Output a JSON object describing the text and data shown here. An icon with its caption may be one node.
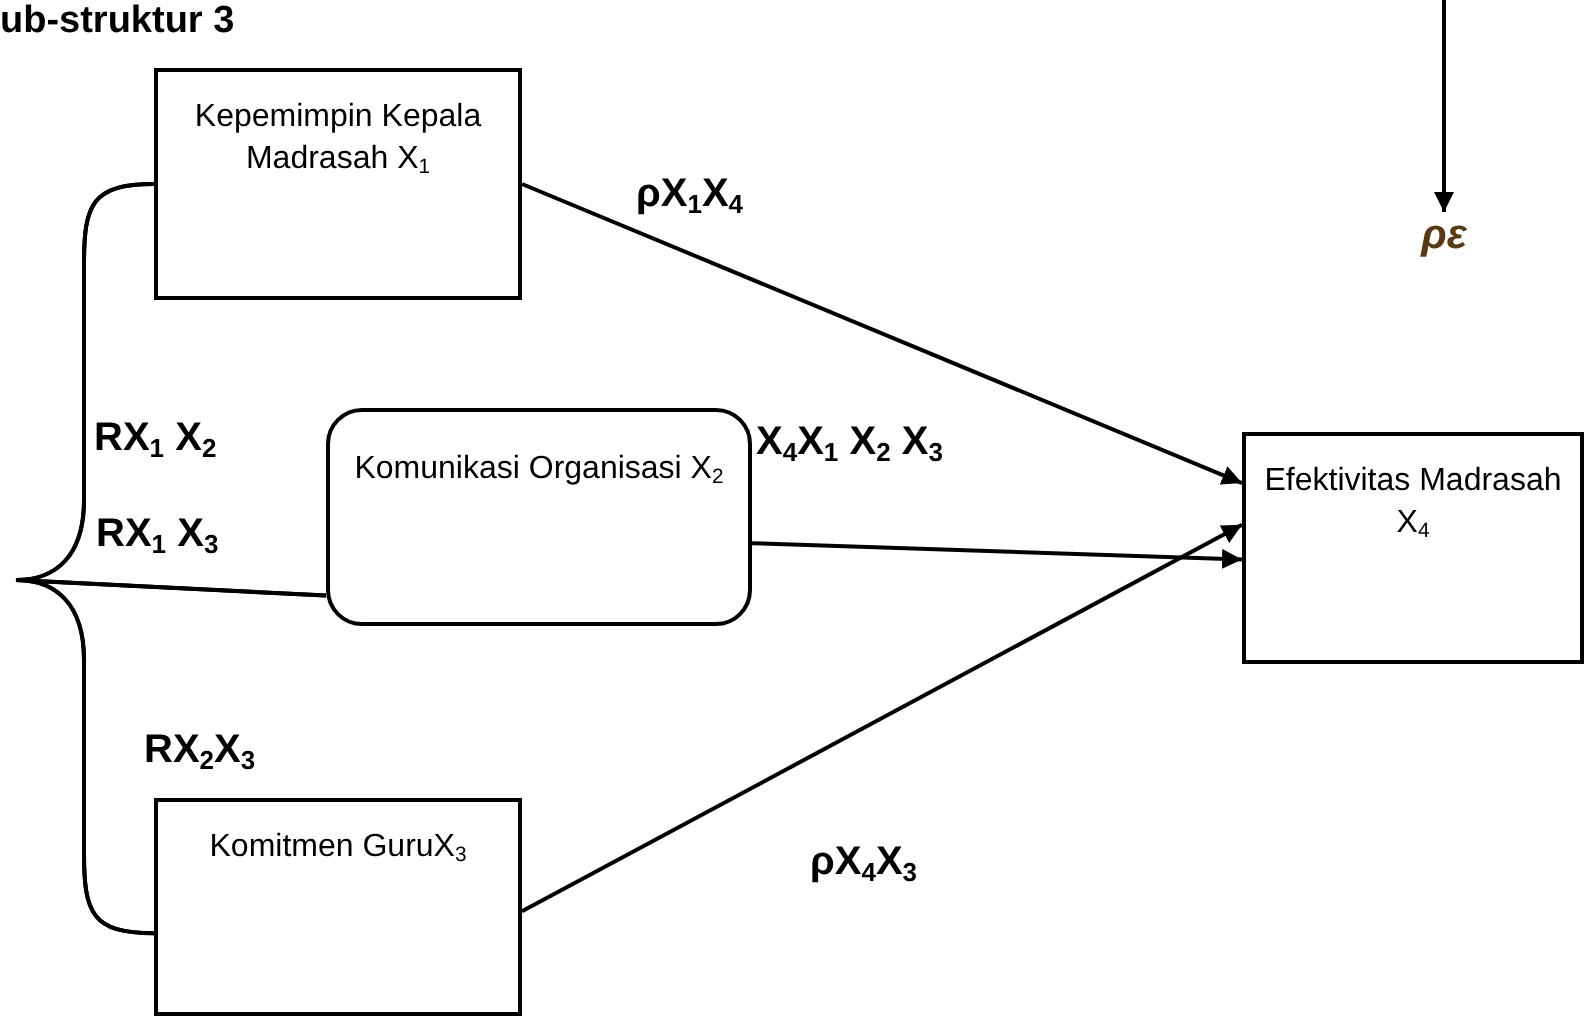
{
  "diagram": {
    "title": "ub-struktur 3",
    "nodes": [
      {
        "text": [
          "Kepemimpin Kepala Madrasah X$_{1}$"
        ]
      },
      {
        "text": [
          "Komunikasi Organisasi X$_{2}$"
        ]
      },
      {
        "text": [
          "Komitmen GuruX$_{3}$"
        ]
      },
      {
        "text": [
          "Efektivitas Madrasah X$_{4}$"
        ]
      },
      {
        "text": [
          "ρε"
        ]
      }
    ],
    "edges": [
      {
        "from": 0,
        "to": 3,
        "arrow": "to"
      },
      {
        "from": 1,
        "to": 3,
        "arrow": "to"
      },
      {
        "from": 2,
        "to": 3,
        "arrow": "to"
      },
      {
        "from": 0,
        "to": 1,
        "arrow": "none"
      },
      {
        "from": 2,
        "to": 1,
        "arrow": "none"
      },
      {
        "from": 0,
        "to": 2,
        "arrow": "none"
      },
      {
        "from": null,
        "to": 4,
        "arrow": "to"
      }
    ],
    "labels": [
      "ρX$_{1}$X$_{4}$",
      "RX$_{1}$ X$_{2}$",
      "X$_{4}$X$_{1}$ X$_{2}$ X$_{3}$",
      "RX$_{1}$ X$_{3}$",
      "RX$_{2}$X$_{3}$",
      "ρX$_{4}$X$_{3}$"
    ]
  }
}
